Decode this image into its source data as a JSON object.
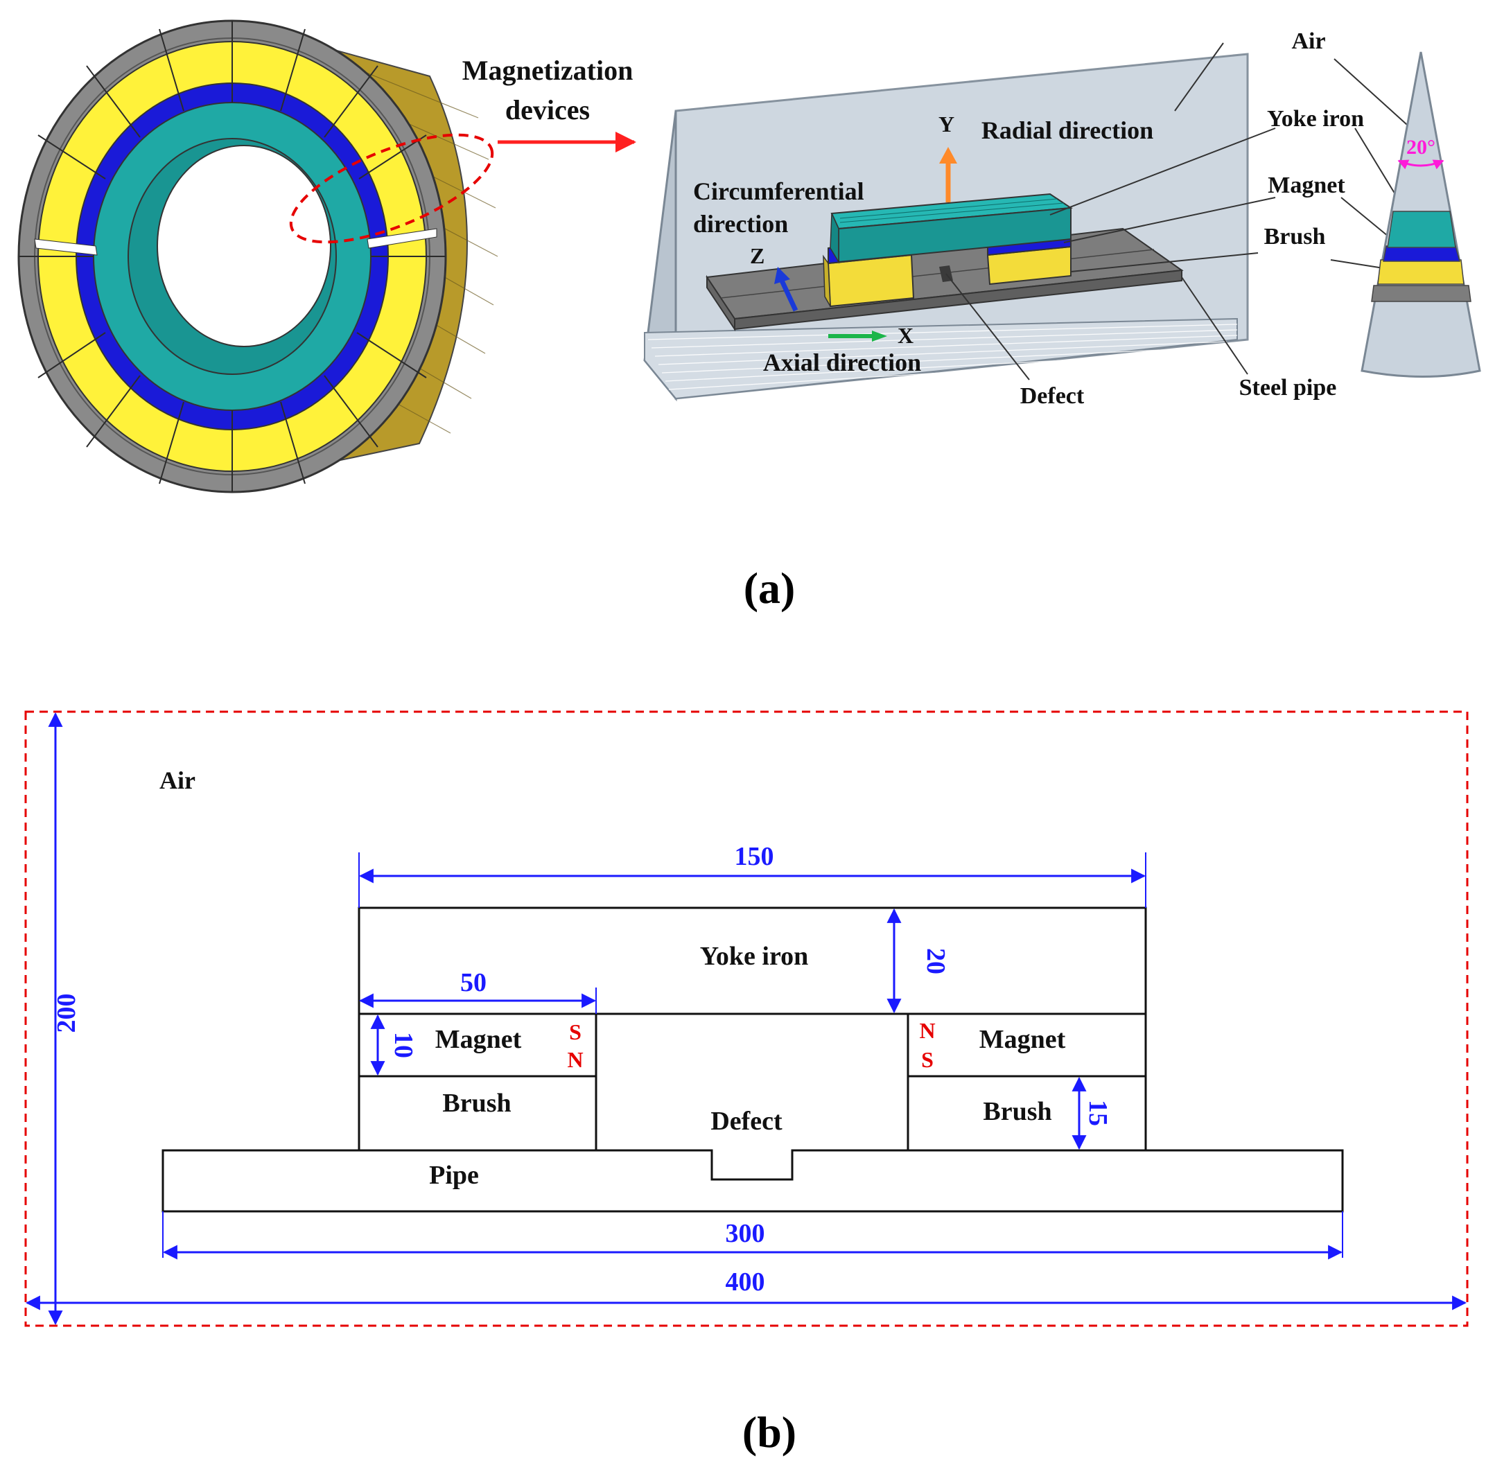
{
  "colors": {
    "yoke": "#1fa9a5",
    "magnet": "#1a1ad8",
    "brush": "#f3dc3a",
    "brush_bright": "#fff23a",
    "pipe": "#7d7d7d",
    "air": "#c9d3dd",
    "dim": "#1a1aff",
    "dashed": "#e60000",
    "angle": "#ff1ad9",
    "axis_y": "#ff8a2a",
    "axis_x": "#1bb54a",
    "axis_z": "#1a3ad8"
  },
  "panel_a": {
    "callout": [
      "Magnetization",
      "devices"
    ],
    "air": "Air",
    "yoke_iron": "Yoke iron",
    "magnet": "Magnet",
    "brush": "Brush",
    "steel_pipe": "Steel pipe",
    "defect": "Defect",
    "radial_direction": "Radial direction",
    "circumferential_direction": [
      "Circumferential",
      "direction"
    ],
    "axial_direction": "Axial direction",
    "axis_y": "Y",
    "axis_z": "Z",
    "axis_x": "X",
    "angle": "20°",
    "caption": "(a)"
  },
  "panel_b": {
    "air": "Air",
    "yoke_iron": "Yoke iron",
    "magnet_left": "Magnet",
    "magnet_right": "Magnet",
    "brush_left": "Brush",
    "brush_right": "Brush",
    "defect": "Defect",
    "pipe": "Pipe",
    "pole_left_top": "S",
    "pole_left_bottom": "N",
    "pole_right_top": "N",
    "pole_right_bottom": "S",
    "dim_150": "150",
    "dim_50": "50",
    "dim_20": "20",
    "dim_10": "10",
    "dim_15": "15",
    "dim_300": "300",
    "dim_400": "400",
    "dim_200": "200",
    "caption": "(b)"
  }
}
